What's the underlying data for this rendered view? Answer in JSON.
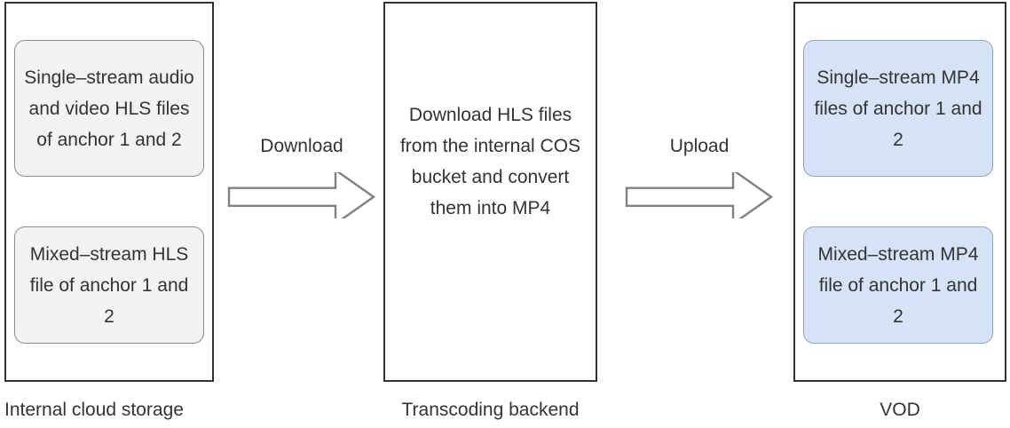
{
  "diagram": {
    "columns": [
      {
        "id": "internal-cloud-storage",
        "caption": "Internal cloud storage",
        "nodes": [
          {
            "id": "single-stream-hls",
            "text": "Single–stream audio and video HLS files of anchor 1 and 2",
            "fill": "#f2f2f2",
            "border": "#8c8c8c"
          },
          {
            "id": "mixed-stream-hls",
            "text": "Mixed–stream HLS file of anchor 1 and 2",
            "fill": "#f2f2f2",
            "border": "#8c8c8c"
          }
        ]
      },
      {
        "id": "transcoding-backend",
        "caption": "Transcoding backend",
        "body_text": "Download HLS files from the internal COS bucket and convert them into MP4"
      },
      {
        "id": "vod",
        "caption": "VOD",
        "nodes": [
          {
            "id": "single-stream-mp4",
            "text": "Single–stream MP4 files of anchor 1 and 2",
            "fill": "#d6e3f6",
            "border": "#8da6c6"
          },
          {
            "id": "mixed-stream-mp4",
            "text": "Mixed–stream MP4 file of anchor 1 and 2",
            "fill": "#d6e3f6",
            "border": "#8da6c6"
          }
        ]
      }
    ],
    "arrows": [
      {
        "id": "download-arrow",
        "label": "Download",
        "direction": "right",
        "stroke": "#808080"
      },
      {
        "id": "upload-arrow",
        "label": "Upload",
        "direction": "right",
        "stroke": "#808080"
      }
    ],
    "colors": {
      "container_border": "#323232",
      "text": "#333333",
      "background": "#ffffff"
    }
  }
}
